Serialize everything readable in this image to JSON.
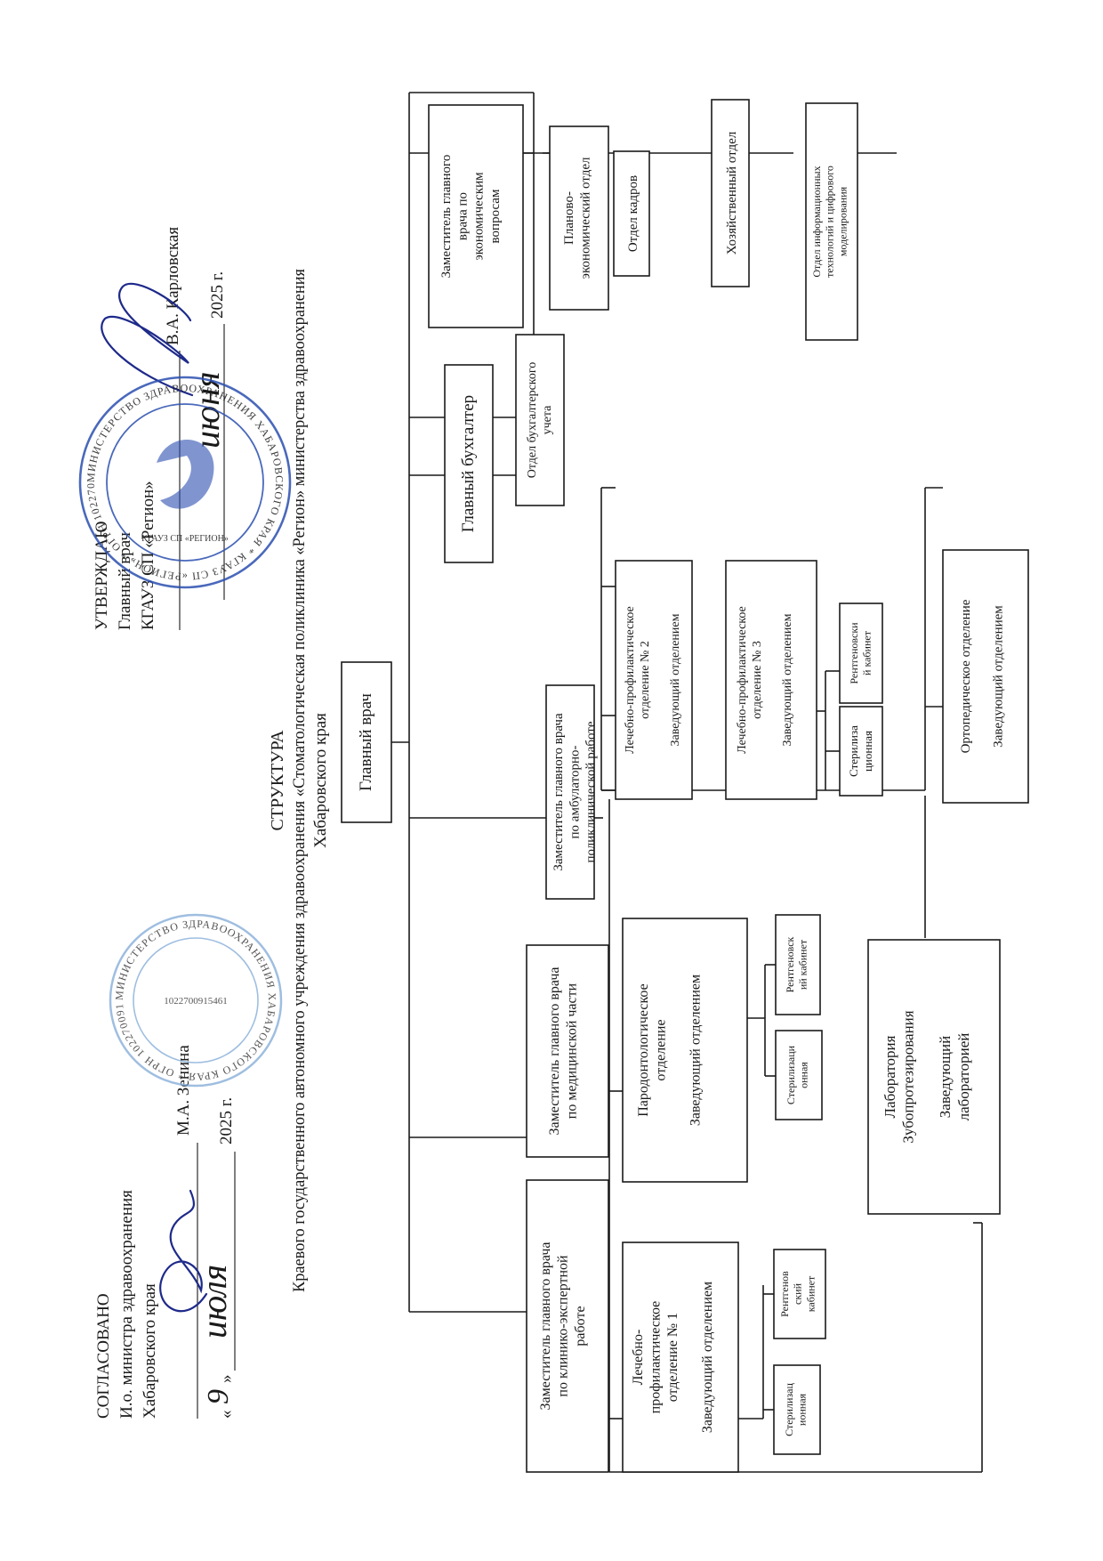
{
  "approval_left": {
    "heading": "СОГЛАСОВАНО",
    "position_line1": "И.о. министра здравоохранения",
    "position_line2": "Хабаровского края",
    "signatory": "М.А. Зенина",
    "date_open_quote": "«",
    "date_day": "9",
    "date_close_quote": "»",
    "date_month": "июля",
    "date_year": "2025 г."
  },
  "approval_right": {
    "heading": "УТВЕРЖДАЮ",
    "position_line1": "Главный врач",
    "position_line2": "КГАУЗ СП «Регион»",
    "signatory": "В.А. Карловская",
    "date_month": "июня",
    "date_year": "2025 г."
  },
  "title": {
    "main": "СТРУКТУРА",
    "line1": "Краевого государственного автономного учреждения здравоохранения «Стоматологическая поликлиника «Регион» министерства здравоохранения",
    "line2": "Хабаровского края"
  },
  "seal_left": {
    "ring_text": "МИНИСТЕРСТВО ЗДРАВООХРАНЕНИЯ ХАБАРОВСКОГО КРАЯ * ОГРН 1022700915461 *",
    "inner_number": "1022700915461"
  },
  "seal_right": {
    "ring_text": "МИНИСТЕРСТВО ЗДРАВООХРАНЕНИЯ ХАБАРОВСКОГО КРАЯ * КГАУЗ СП «РЕГИОН» * ОГРН 1022701297580 *",
    "inner_text": "КГАУЗ СП «РЕГИОН»"
  },
  "chart": {
    "chief": [
      "Главный врач"
    ],
    "dep_expert": [
      "Заместитель главного врача",
      "по клинико-экспертной",
      "работе"
    ],
    "dep_medical": [
      "Заместитель главного врача",
      "по медицинской части"
    ],
    "dep_outpatient": [
      "Заместитель главного врача",
      "по амбулаторно-",
      "поликлинической работе"
    ],
    "chief_accountant": [
      "Главный бухгалтер"
    ],
    "accounting_dept": [
      "Отдел бухгалтерского",
      "учета"
    ],
    "dep_economic": [
      "Заместитель главного",
      "врача по",
      "экономическим",
      "вопросам"
    ],
    "planning_dept": [
      "Планово-",
      "экономический отдел"
    ],
    "hr_dept": [
      "Отдел кадров"
    ],
    "household_dept": [
      "Хозяйственный отдел"
    ],
    "it_dept": [
      "Отдел информационных",
      "технологий и цифрового",
      "моделирования"
    ],
    "lpo1": [
      "Лечебно-",
      "профилактическое",
      "отделение № 1",
      "",
      "Заведующий  отделением"
    ],
    "lpo1_steril": [
      "Стерилизац",
      "ионная"
    ],
    "lpo1_xray": [
      "Рентгенов",
      "ский",
      "кабинет"
    ],
    "perio": [
      "Пародонтологическое",
      "отделение",
      "",
      "Заведующий отделением"
    ],
    "perio_steril": [
      "Стерилизаци",
      "онная"
    ],
    "perio_xray": [
      "Рентгеновск",
      "ий кабинет"
    ],
    "lab": [
      "Лаборатория",
      "Зубопротезирования",
      "",
      "Заведующий",
      "лабораторией"
    ],
    "lpo2": [
      "Лечебно-профилактическое",
      "отделение № 2",
      "",
      "Заведующий отделением"
    ],
    "lpo3": [
      "Лечебно-профилактическое",
      "отделение № 3",
      "",
      "Заведующий отделением"
    ],
    "lpo3_steril": [
      "Стерилиза",
      "ционная"
    ],
    "lpo3_xray": [
      "Рентгеновски",
      "й кабинет"
    ],
    "ortho": [
      "Ортопедическое отделение",
      "",
      "Заведующий отделением"
    ]
  }
}
